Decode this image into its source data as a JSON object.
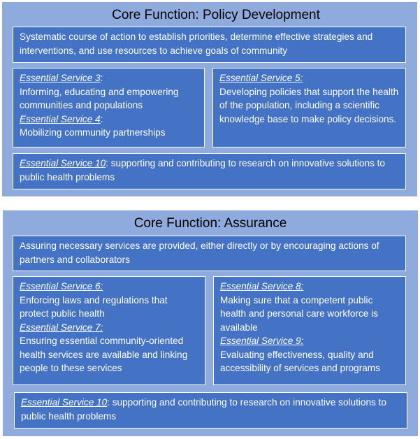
{
  "policy": {
    "title": "Core Function:  Policy Development",
    "description": "Systematic course of action to establish priorities, determine effective strategies and interventions, and use resources to achieve goals of community",
    "left": [
      {
        "label": "Essential Service 3",
        "text": "Informing, educating and empowering communities and populations"
      },
      {
        "label": "Essential Service 4",
        "text": "Mobilizing community partnerships"
      }
    ],
    "right": [
      {
        "label": "Essential Service 5",
        "text": "Developing policies that support the health of the population, including a scientific knowledge base to make policy decisions."
      }
    ],
    "bottom": {
      "label": "Essential Service 10",
      "text": "supporting and contributing to research on innovative solutions to public health problems"
    }
  },
  "assurance": {
    "title": "Core Function:  Assurance",
    "description": "Assuring necessary services are provided, either directly or by encouraging actions of partners and collaborators",
    "left": [
      {
        "label": "Essential Service 6:",
        "text": "Enforcing laws and regulations that protect public health"
      },
      {
        "label": "Essential Service 7:",
        "text": "Ensuring essential community-oriented health services are available and linking people to these services"
      }
    ],
    "right": [
      {
        "label": "Essential Service 8:",
        "text": "Making sure that a competent public health and personal care workforce is available"
      },
      {
        "label": "Essential Service 9:",
        "text": "Evaluating effectiveness, quality and accessibility of services and programs"
      }
    ],
    "bottom": {
      "label": "Essential Service 10",
      "text": "supporting and contributing to research on innovative solutions to public health problems"
    }
  },
  "colors": {
    "panel": "#8FAADC",
    "box": "#4472C4"
  }
}
